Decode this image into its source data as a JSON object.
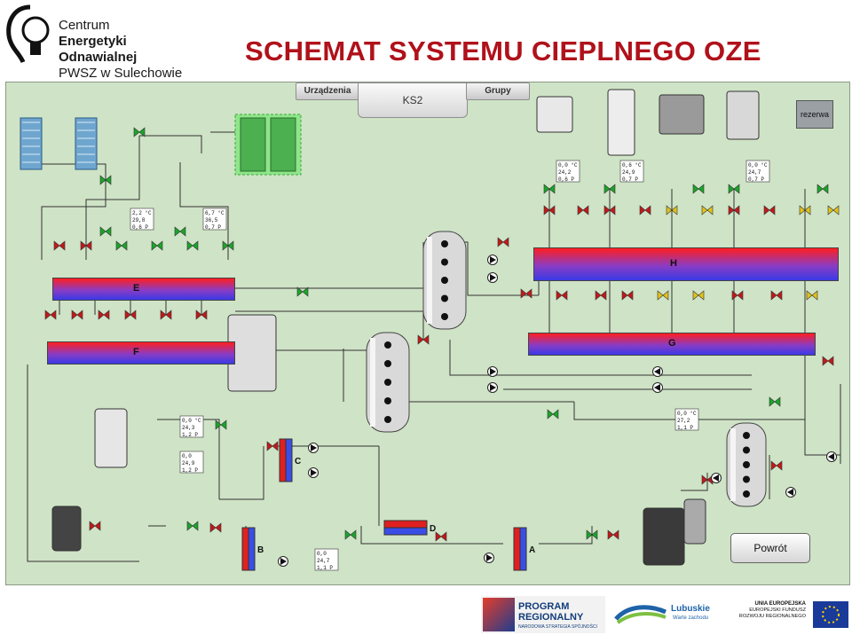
{
  "header": {
    "logo": {
      "line1": "Centrum",
      "line2": "Energetyki Odnawialnej",
      "line3": "PWSZ w Sulechowie"
    },
    "title": "SCHEMAT SYSTEMU CIEPLNEGO OZE"
  },
  "toolbar": {
    "tabs": [
      "Urządzenia",
      "KS2",
      "Grupy"
    ]
  },
  "diagram": {
    "manifolds": [
      "E",
      "F",
      "G",
      "H"
    ],
    "exchangers": [
      "A",
      "B",
      "C",
      "D"
    ],
    "reserve_label": "rezerwa",
    "back_button": "Powrót",
    "readouts": [
      {
        "id": "r1",
        "lines": [
          "2,2 °C",
          "29,8",
          "0,6 P"
        ]
      },
      {
        "id": "r2",
        "lines": [
          "6,7 °C",
          "36,5",
          "0,7 P"
        ]
      },
      {
        "id": "r3",
        "lines": [
          "0,0 °C",
          "24,2",
          "0,6 P"
        ]
      },
      {
        "id": "r4",
        "lines": [
          "0,6 °C",
          "24,9",
          "0,7 P"
        ]
      },
      {
        "id": "r5",
        "lines": [
          "0,0 °C",
          "24,7",
          "0,7 P"
        ]
      },
      {
        "id": "r6",
        "lines": [
          "0,0 °C",
          "24,3",
          "1,2 P"
        ]
      },
      {
        "id": "r7",
        "lines": [
          "0,0",
          "24,9",
          "1,2 P"
        ]
      },
      {
        "id": "r8",
        "lines": [
          "0,0 °C",
          "27,2",
          "1,1 P"
        ]
      },
      {
        "id": "r9",
        "lines": [
          "0,0",
          "24,7",
          "1,1 P"
        ]
      }
    ]
  },
  "footer": {
    "program_line1": "PROGRAM",
    "program_line2": "REGIONALNY",
    "program_line3": "NARODOWA STRATEGIA SPÓJNOŚCI",
    "lubuskie": "Lubuskie",
    "lubuskie_sub": "Warte zachodu",
    "ue_line1": "UNIA EUROPEJSKA",
    "ue_line2": "EUROPEJSKI FUNDUSZ",
    "ue_line3": "ROZWOJU REGIONALNEGO"
  },
  "colors": {
    "title": "#b0111a",
    "panel_bg": "#cfe3c6",
    "valve_red": "#c01a1a",
    "valve_green": "#1aa52a",
    "valve_yellow": "#e0c21a"
  }
}
